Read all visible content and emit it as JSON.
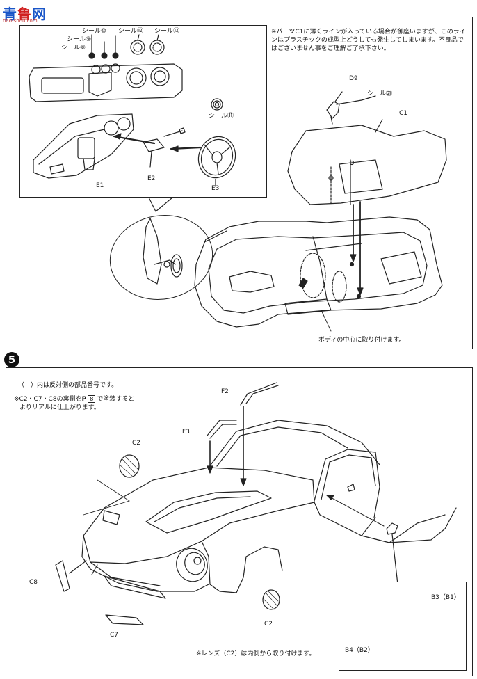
{
  "watermark": {
    "logo_text_a": "青",
    "logo_text_b": "鲁",
    "logo_text_c": "网",
    "logo_url": "nao-shou.com"
  },
  "step": {
    "number": "5"
  },
  "top_panel": {
    "note_c1": "※パーツC1に薄くラインが入っている場合が御座いますが、このラインはプラスチックの成型上どうしても発生してしまいます。不良品ではございません事をご理解ご了承下さい。",
    "note_body_center": "ボディの中心に取り付けます。",
    "labels": {
      "seal_10": "シール⑩",
      "seal_9": "シール⑨",
      "seal_8": "シール⑧",
      "seal_12": "シール⑫",
      "seal_13": "シール⑬",
      "seal_11": "シール⑪",
      "seal_21": "シール㉑",
      "d9": "D9",
      "c1": "C1",
      "e1": "E1",
      "e2": "E2",
      "e3": "E3"
    }
  },
  "bottom_panel": {
    "note_paren": "（　）内は反対側の部品番号です。",
    "note_paint_a": "※C2・C7・C8の裏側を",
    "note_paint_b": "で塗装すると",
    "note_paint_c": "よりリアルに仕上がります。",
    "paint_code": "8",
    "note_lens": "※レンズ（C2）は内側から取り付けます。",
    "labels": {
      "f2": "F2",
      "f3": "F3",
      "c2_top": "C2",
      "c2_bottom": "C2",
      "c8": "C8",
      "c7": "C7",
      "b3": "B3（B1）",
      "b4": "B4（B2）"
    }
  }
}
